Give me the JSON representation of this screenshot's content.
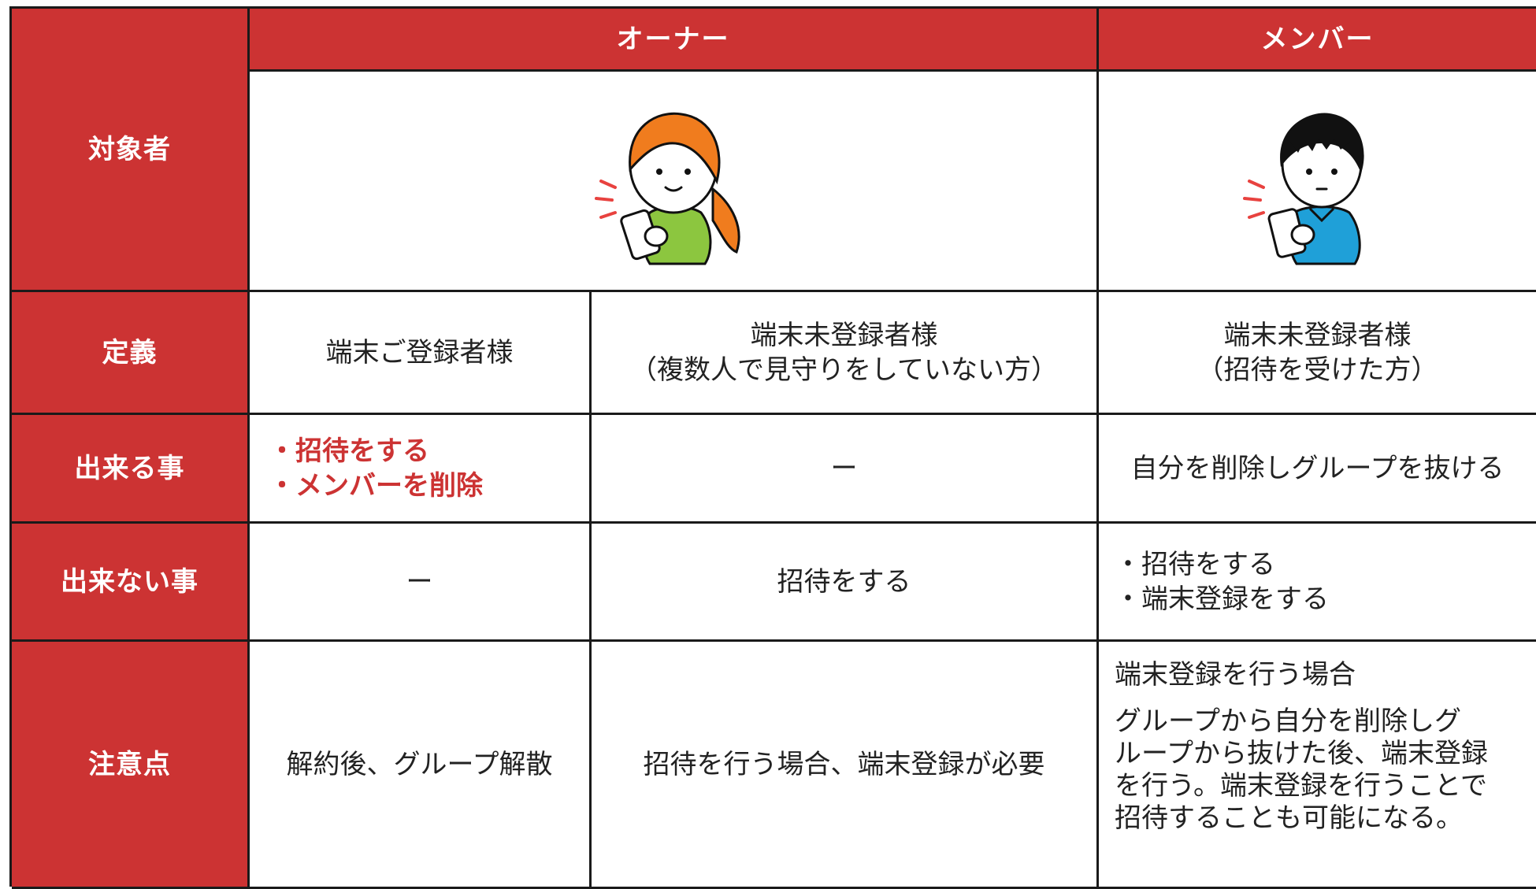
{
  "headers": {
    "owner": "オーナー",
    "member": "メンバー"
  },
  "rows": {
    "target": "対象者",
    "definition": "定義",
    "can": "出来る事",
    "cannot": "出来ない事",
    "notes": "注意点"
  },
  "definition": {
    "owner_registered": "端末ご登録者様",
    "owner_unregistered_line1": "端末未登録者様",
    "owner_unregistered_line2": "（複数人で見守りをしていない方）",
    "member_line1": "端末未登録者様",
    "member_line2": "（招待を受けた方）"
  },
  "can": {
    "owner_registered_line1": "・招待をする",
    "owner_registered_line2": "・メンバーを削除",
    "owner_unregistered": "ー",
    "member": "自分を削除しグループを抜ける"
  },
  "cannot": {
    "owner_registered": "ー",
    "owner_unregistered": "招待をする",
    "member_line1": "・招待をする",
    "member_line2": "・端末登録をする"
  },
  "notes": {
    "owner_registered": "解約後、グループ解散",
    "owner_unregistered": "招待を行う場合、端末登録が必要",
    "member_heading": "端末登録を行う場合",
    "member_line1": "グループから自分を削除しグ",
    "member_line2": "ループから抜けた後、端末登録",
    "member_line3": "を行う。端末登録を行うことで",
    "member_line4": "招待することも可能になる。"
  },
  "colors": {
    "header_red": "#cc3333",
    "owner_hair": "#f07c1e",
    "owner_shirt": "#8cc63f",
    "member_hair": "#111111",
    "member_shirt": "#1fa0d8",
    "motion_lines": "#e8423f"
  },
  "illustrations": {
    "owner": "girl-with-smartphone-illustration",
    "member": "boy-with-smartphone-illustration"
  }
}
